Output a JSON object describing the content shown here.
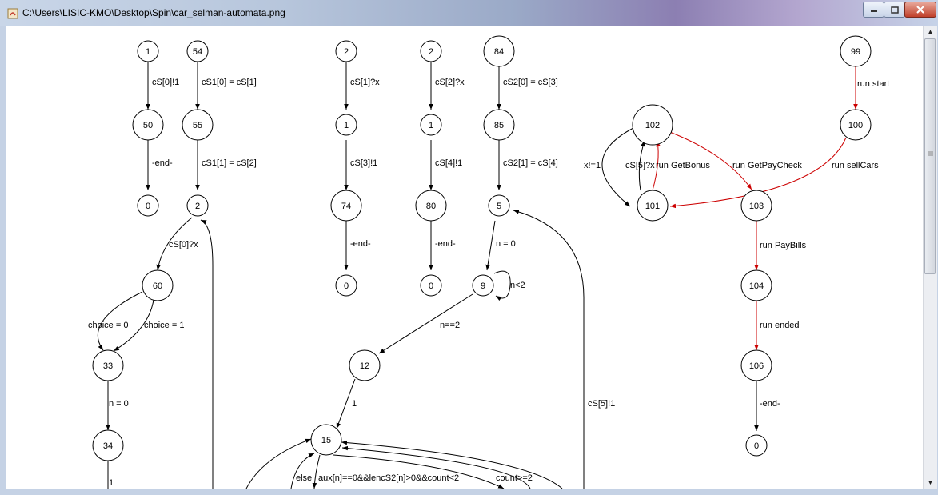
{
  "window": {
    "title": "C:\\Users\\LISIC-KMO\\Desktop\\Spin\\car_selman-automata.png",
    "buttons": {
      "minimize": "minimize-icon",
      "maximize": "maximize-icon",
      "close": "close-icon"
    }
  },
  "colors": {
    "edge": "#000000",
    "highlight_edge": "#cc0000"
  },
  "graph": {
    "nodes": [
      {
        "id": "n1",
        "label": "1"
      },
      {
        "id": "n54",
        "label": "54"
      },
      {
        "id": "n50",
        "label": "50"
      },
      {
        "id": "n55",
        "label": "55"
      },
      {
        "id": "n0a",
        "label": "0"
      },
      {
        "id": "n2a",
        "label": "2"
      },
      {
        "id": "n60",
        "label": "60"
      },
      {
        "id": "n33",
        "label": "33"
      },
      {
        "id": "n34",
        "label": "34"
      },
      {
        "id": "n2b",
        "label": "2"
      },
      {
        "id": "n1b",
        "label": "1"
      },
      {
        "id": "n74",
        "label": "74"
      },
      {
        "id": "n0b",
        "label": "0"
      },
      {
        "id": "n2c",
        "label": "2"
      },
      {
        "id": "n1c",
        "label": "1"
      },
      {
        "id": "n80",
        "label": "80"
      },
      {
        "id": "n0c",
        "label": "0"
      },
      {
        "id": "n84",
        "label": "84"
      },
      {
        "id": "n85",
        "label": "85"
      },
      {
        "id": "n5",
        "label": "5"
      },
      {
        "id": "n9",
        "label": "9"
      },
      {
        "id": "n12",
        "label": "12"
      },
      {
        "id": "n15",
        "label": "15"
      },
      {
        "id": "n102",
        "label": "102"
      },
      {
        "id": "n101",
        "label": "101"
      },
      {
        "id": "n99",
        "label": "99"
      },
      {
        "id": "n100",
        "label": "100"
      },
      {
        "id": "n103",
        "label": "103"
      },
      {
        "id": "n104",
        "label": "104"
      },
      {
        "id": "n106",
        "label": "106"
      },
      {
        "id": "n0d",
        "label": "0"
      }
    ],
    "edge_labels": [
      {
        "id": "e1",
        "text": "cS[0]!1"
      },
      {
        "id": "e2",
        "text": "cS1[0] = cS[1]"
      },
      {
        "id": "e3",
        "text": "-end-"
      },
      {
        "id": "e4",
        "text": "cS1[1] = cS[2]"
      },
      {
        "id": "e5",
        "text": "cS[0]?x"
      },
      {
        "id": "e6",
        "text": "choice = 0"
      },
      {
        "id": "e7",
        "text": "choice = 1"
      },
      {
        "id": "e8",
        "text": "n = 0"
      },
      {
        "id": "e9",
        "text": "1"
      },
      {
        "id": "e10",
        "text": "cS[1]?x"
      },
      {
        "id": "e11",
        "text": "cS[3]!1"
      },
      {
        "id": "e12",
        "text": "-end-"
      },
      {
        "id": "e13",
        "text": "cS[2]?x"
      },
      {
        "id": "e14",
        "text": "cS[4]!1"
      },
      {
        "id": "e15",
        "text": "-end-"
      },
      {
        "id": "e16",
        "text": "cS2[0] = cS[3]"
      },
      {
        "id": "e17",
        "text": "cS2[1] = cS[4]"
      },
      {
        "id": "e18",
        "text": "n = 0"
      },
      {
        "id": "e19",
        "text": "n<2"
      },
      {
        "id": "e20",
        "text": "n==2"
      },
      {
        "id": "e21",
        "text": "1"
      },
      {
        "id": "e22",
        "text": "cS[5]!1"
      },
      {
        "id": "e23",
        "text": "else"
      },
      {
        "id": "e24",
        "text": "aux[n]==0&&lencS2[n]>0&&count<2"
      },
      {
        "id": "e25",
        "text": "count>=2"
      },
      {
        "id": "e26",
        "text": "x!=1"
      },
      {
        "id": "e27",
        "text": "cS[5]?x"
      },
      {
        "id": "e28",
        "text": "run GetBonus"
      },
      {
        "id": "e29",
        "text": "run GetPayCheck"
      },
      {
        "id": "e30",
        "text": "run sellCars"
      },
      {
        "id": "e31",
        "text": "run start"
      },
      {
        "id": "e32",
        "text": "run PayBills"
      },
      {
        "id": "e33",
        "text": "run ended"
      },
      {
        "id": "e34",
        "text": "-end-"
      }
    ]
  }
}
